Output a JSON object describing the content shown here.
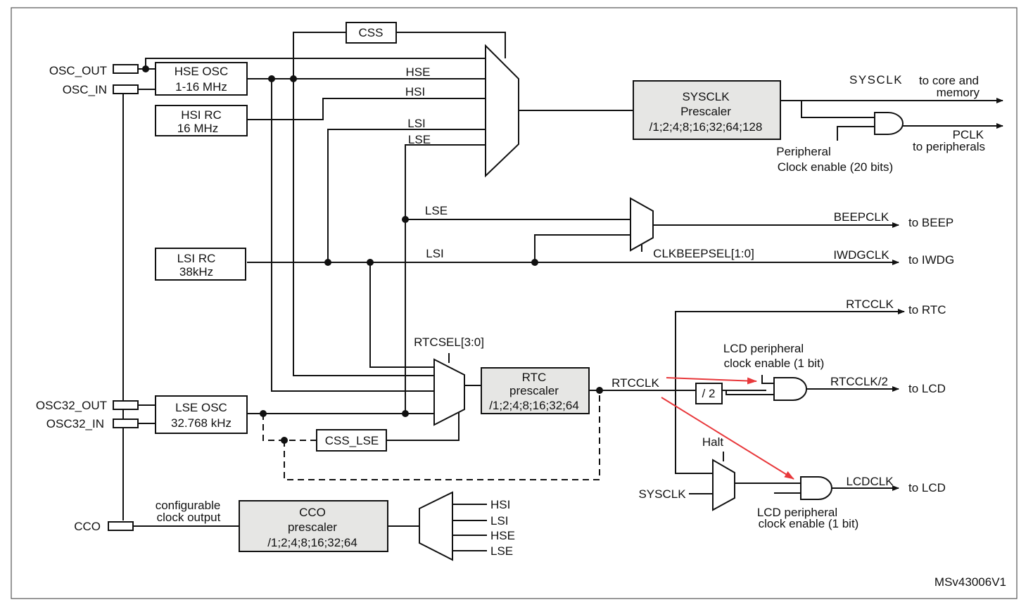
{
  "pins": {
    "osc_out": "OSC_OUT",
    "osc_in": "OSC_IN",
    "osc32_out": "OSC32_OUT",
    "osc32_in": "OSC32_IN",
    "cco": "CCO"
  },
  "blocks": {
    "hse_osc": [
      "HSE OSC",
      "1-16 MHz"
    ],
    "hsi_rc": [
      "HSI RC",
      "16 MHz"
    ],
    "lsi_rc": [
      "LSI RC",
      "38kHz"
    ],
    "lse_osc": [
      "LSE OSC",
      "32.768 kHz"
    ],
    "css": "CSS",
    "css_lse": "CSS_LSE",
    "sysclk_prescaler": [
      "SYSCLK",
      "Prescaler",
      "/1;2;4;8;16;32;64;128"
    ],
    "rtc_prescaler": [
      "RTC",
      "prescaler",
      "/1;2;4;8;16;32;64"
    ],
    "cco_prescaler": [
      "CCO",
      "prescaler",
      "/1;2;4;8;16;32;64"
    ],
    "div2": "/ 2"
  },
  "signals": {
    "hse": "HSE",
    "hsi": "HSI",
    "lsi_mux": "LSI",
    "lse_mux": "LSE",
    "lse": "LSE",
    "lsi": "LSI",
    "rtcsel": "RTCSEL[3:0]",
    "rtcclk_line": "RTCCLK",
    "clkbeepsel": "CLKBEEPSEL[1:0]",
    "halt": "Halt",
    "sysclk_in": "SYSCLK",
    "cco_hsi": "HSI",
    "cco_lsi": "LSI",
    "cco_hse": "HSE",
    "cco_lse": "LSE",
    "configurable": "configurable",
    "clock_output": "clock output"
  },
  "outputs": {
    "sysclk": "SYSCLK",
    "sysclk_dest1": "to core and",
    "sysclk_dest2": "memory",
    "pclk": "PCLK",
    "pclk_dest": "to peripherals",
    "periph_enable1": "Peripheral",
    "periph_enable2": "Clock enable (20 bits)",
    "beepclk": "BEEPCLK",
    "beep_dest": "to BEEP",
    "iwdgclk": "IWDGCLK",
    "iwdg_dest": "to IWDG",
    "rtcclk": "RTCCLK",
    "rtc_dest": "to RTC",
    "lcd_enable_a1": "LCD peripheral",
    "lcd_enable_a2": "clock enable (1 bit)",
    "rtcclk2": "RTCCLK/2",
    "lcd_dest_a": "to LCD",
    "lcdclk": "LCDCLK",
    "lcd_dest_b": "to LCD",
    "lcd_enable_b1": "LCD peripheral",
    "lcd_enable_b2": "clock enable (1 bit)"
  },
  "figure_id": "MSv43006V1",
  "colors": {
    "line": "#111111",
    "prescaler_fill": "#e6e6e4",
    "annotation_arrow": "#e8383b"
  }
}
